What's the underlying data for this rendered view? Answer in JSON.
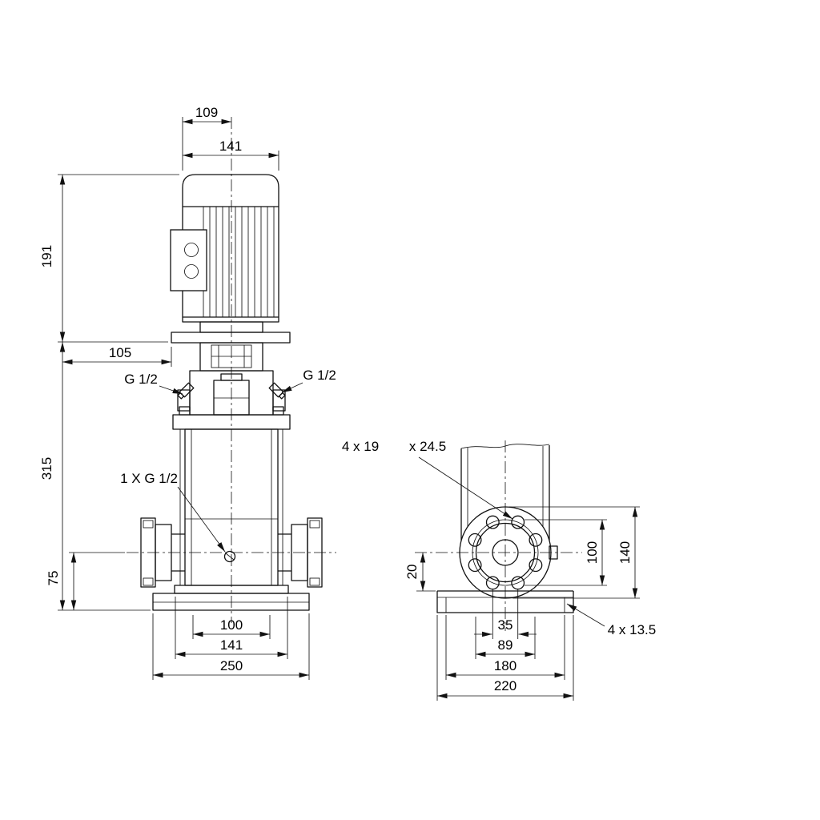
{
  "front_view": {
    "dimensions": {
      "motor_face_width": "109",
      "motor_width": "141",
      "motor_height": "191",
      "flange_offset": "105",
      "pump_height": "315",
      "port_height": "75",
      "port_spacing": "100",
      "base_plate_width": "141",
      "base_width": "250"
    },
    "labels": {
      "gauge_port_left": "G 1/2",
      "gauge_port_right": "G 1/2",
      "drain_port": "1 X G 1/2"
    }
  },
  "side_view": {
    "dimensions": {
      "base_edge": "20",
      "bolt_circle": "100",
      "flange_diameter": "140",
      "hole_spacing": "35",
      "flange_face": "89",
      "foot_spacing": "180",
      "base_length": "220"
    },
    "labels": {
      "flange_holes": "4 x 19",
      "flange_countersink": "x 24.5",
      "base_holes": "4 x 13.5"
    }
  }
}
